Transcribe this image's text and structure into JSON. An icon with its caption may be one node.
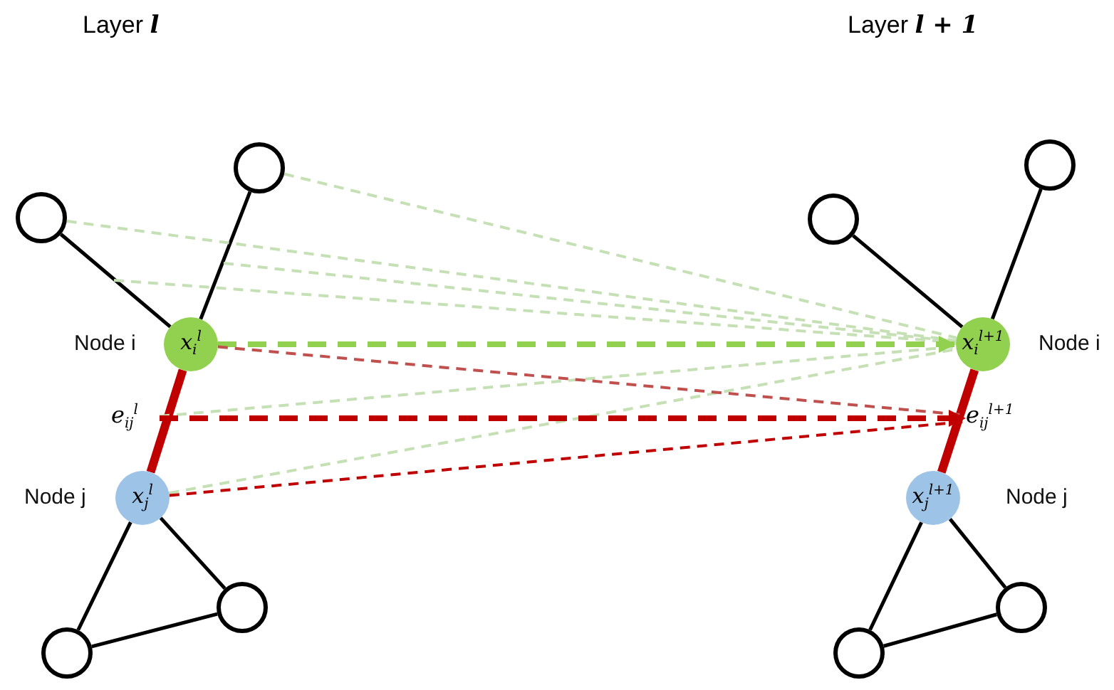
{
  "diagram": {
    "nodes": [
      {
        "text": [],
        "shape": "circle"
      },
      {
        "text": [],
        "shape": "circle"
      },
      {
        "text": [
          "x$_{i}$$^{l}$"
        ],
        "beside": [
          "Node i"
        ]
      },
      {
        "text": [
          "x$_{j}$$^{l}$"
        ],
        "beside": [
          "Node j"
        ]
      },
      {
        "text": [
          "e$_{ij}$$^{l}$"
        ]
      },
      {
        "text": [],
        "shape": "circle"
      },
      {
        "text": [],
        "shape": "circle"
      },
      {
        "text": [],
        "shape": "circle"
      },
      {
        "text": [],
        "shape": "circle"
      },
      {
        "text": [
          "x$_{i}$$^{l+1}$"
        ],
        "beside": [
          "Node i"
        ]
      },
      {
        "text": [
          "e$_{ij}$$^{l+1}$"
        ]
      },
      {
        "text": [
          "x$_{j}$$^{l+1}$"
        ],
        "beside": [
          "Node j"
        ]
      },
      {
        "text": [],
        "shape": "circle"
      },
      {
        "text": [],
        "shape": "circle"
      }
    ],
    "edges": [
      {
        "from": 1,
        "to": 2,
        "arrow": "none"
      },
      {
        "from": 0,
        "to": 2,
        "arrow": "none"
      },
      {
        "from": 2,
        "to": 3,
        "arrow": "none",
        "style": "thick",
        "color": "#c00000"
      },
      {
        "from": 3,
        "to": 5,
        "arrow": "none"
      },
      {
        "from": 3,
        "to": 6,
        "arrow": "none"
      },
      {
        "from": 5,
        "to": 6,
        "arrow": "none"
      },
      {
        "from": 8,
        "to": 9,
        "arrow": "none"
      },
      {
        "from": 7,
        "to": 9,
        "arrow": "none"
      },
      {
        "from": 9,
        "to": 11,
        "arrow": "none",
        "style": "thick",
        "color": "#c00000"
      },
      {
        "from": 11,
        "to": 12,
        "arrow": "none"
      },
      {
        "from": 11,
        "to": 13,
        "arrow": "none"
      },
      {
        "from": 12,
        "to": 13,
        "arrow": "none"
      },
      {
        "from": 0,
        "to": 9,
        "arrow": "none",
        "style": "dashed",
        "color": "#c5e0b4"
      },
      {
        "from": 1,
        "to": 9,
        "arrow": "none",
        "style": "dashed",
        "color": "#c5e0b4"
      },
      {
        "from": null,
        "to": 9,
        "arrow": "none",
        "style": "dashed",
        "color": "#c5e0b4"
      },
      {
        "from": null,
        "to": 9,
        "arrow": "none",
        "style": "dashed",
        "color": "#c5e0b4"
      },
      {
        "from": 4,
        "to": 9,
        "arrow": "none",
        "style": "dashed",
        "color": "#c5e0b4"
      },
      {
        "from": 3,
        "to": 9,
        "arrow": "none",
        "style": "dashed",
        "color": "#c5e0b4"
      },
      {
        "from": 2,
        "to": 9,
        "arrow": "to",
        "style": "dashed",
        "color": "#92d050"
      },
      {
        "from": 2,
        "to": 10,
        "arrow": "none",
        "style": "dashed",
        "color": "#c0504d"
      },
      {
        "from": 4,
        "to": 10,
        "arrow": "to",
        "style": "dashed",
        "color": "#c00000"
      },
      {
        "from": 3,
        "to": 10,
        "arrow": "none",
        "style": "dashed",
        "color": "#c00000"
      }
    ],
    "labels": [
      "Layer **l**",
      "Layer **l + 1**"
    ]
  }
}
